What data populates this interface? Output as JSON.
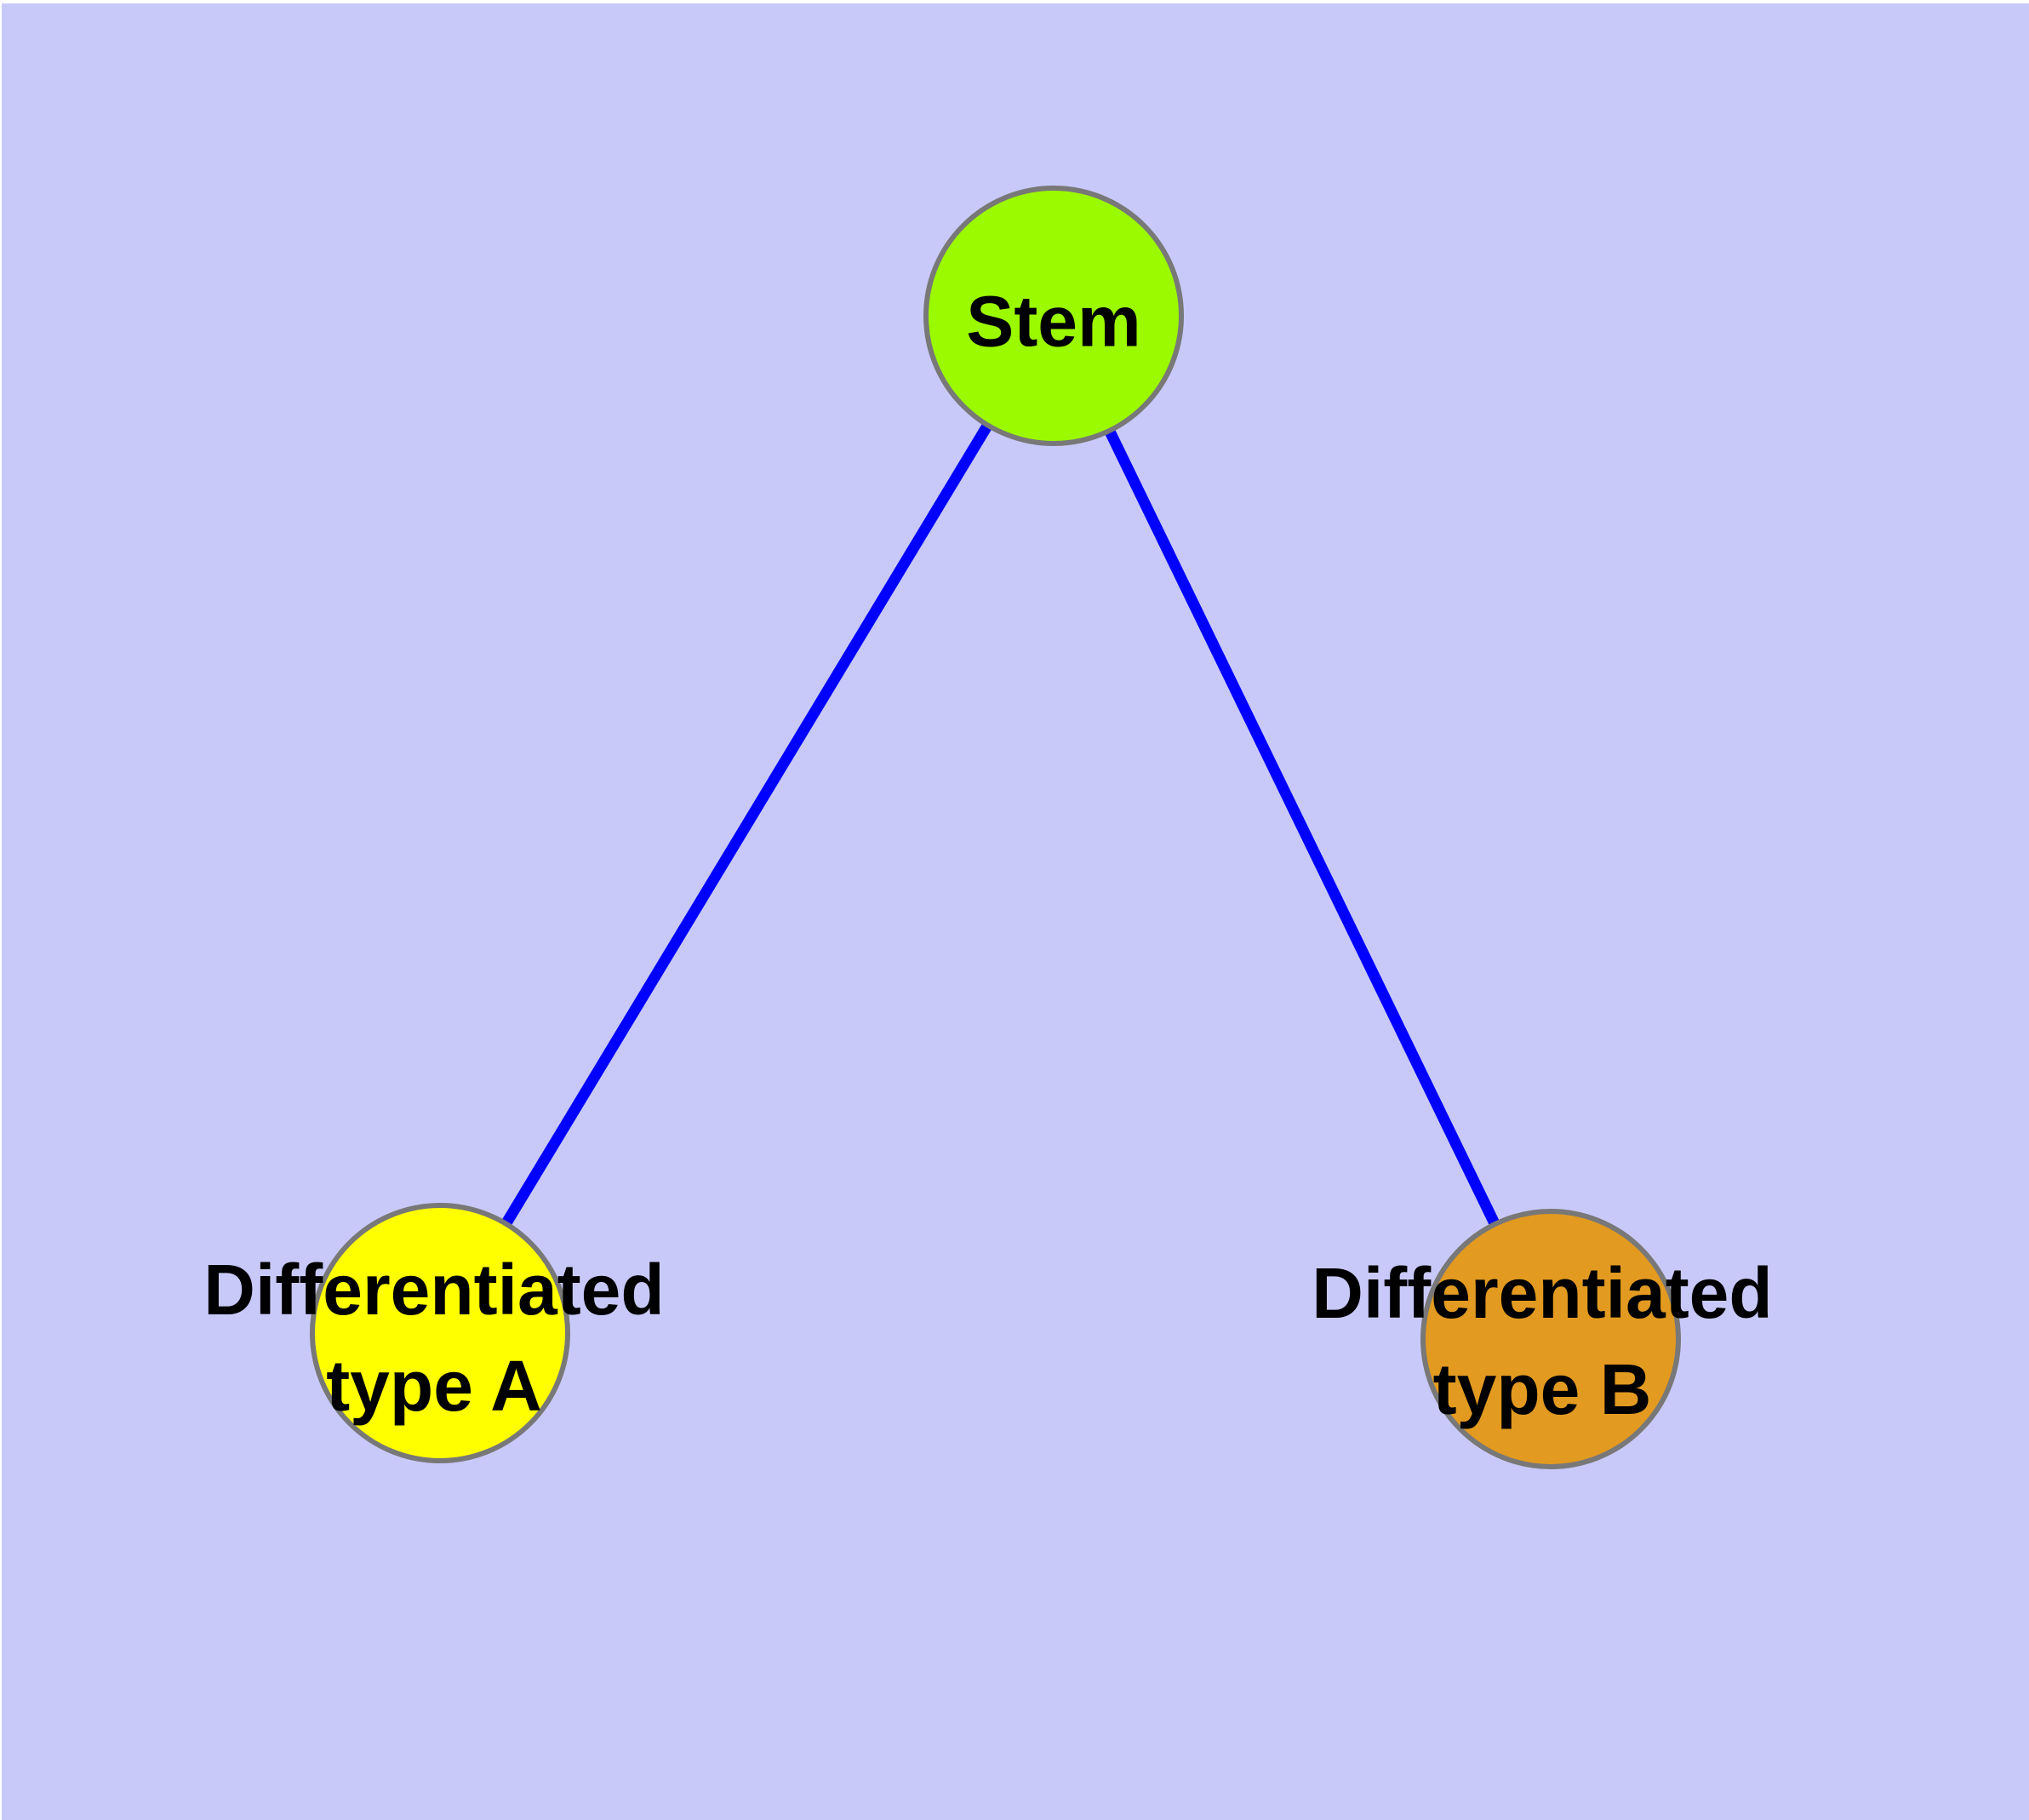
{
  "figure": {
    "type": "node-link-diagram",
    "title": "",
    "background_color": "#C9C9F9",
    "edge_color": "#0000FF",
    "node_border_color": "#787878",
    "label_color": "#000000",
    "nodes": [
      {
        "id": "stem",
        "label": "Stem",
        "fill": "#9BF900"
      },
      {
        "id": "type-a",
        "label": "Differentiated\ntype A",
        "fill": "#FFFF00"
      },
      {
        "id": "type-b",
        "label": "Differentiated\ntype B",
        "fill": "#E29A20"
      }
    ],
    "edges": [
      {
        "from": "Stem",
        "to": "Differentiated type A"
      },
      {
        "from": "Stem",
        "to": "Differentiated type B"
      }
    ]
  }
}
